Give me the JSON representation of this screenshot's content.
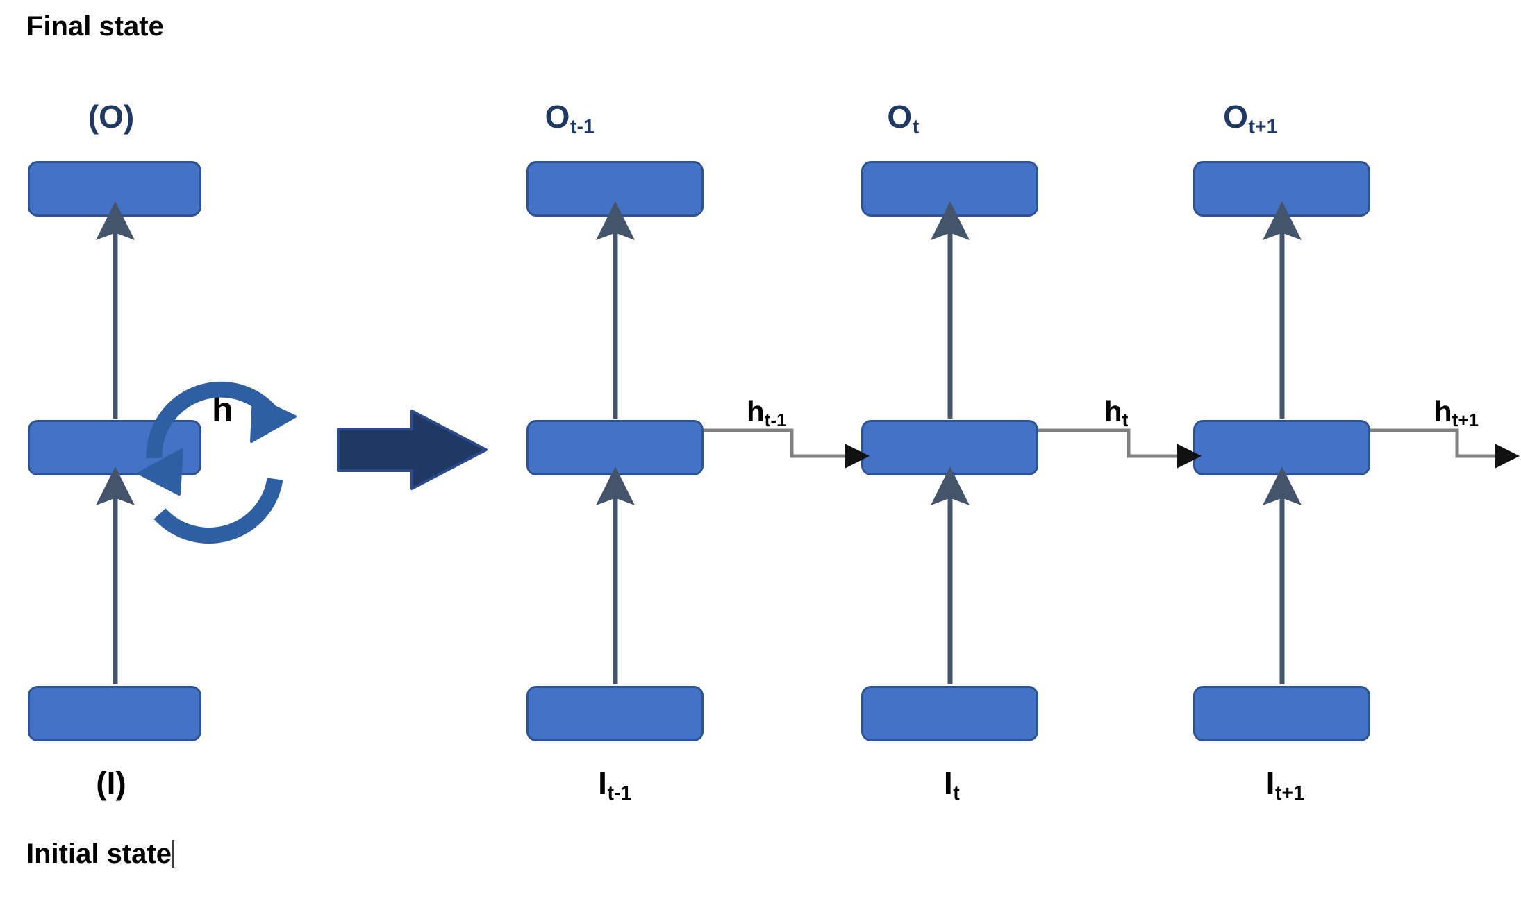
{
  "diagram": {
    "title_top": "Final state",
    "title_bottom": "Initial state",
    "colors": {
      "box_fill": "#4472C4",
      "box_border": "#2E5395",
      "output_label": "#1F3864",
      "block_arrow": "#1F3864",
      "loop_arrow": "#2E5FA3",
      "vertical_arrow": "#44546A",
      "h_connector": "#808080",
      "background": "#FFFFFF"
    },
    "folded": {
      "output_label": "(O)",
      "input_label": "(I)",
      "recurrent_label": "h",
      "output_box_name": "output-box-folded",
      "cell_box_name": "cell-box-folded",
      "input_box_name": "input-box-folded"
    },
    "transform_arrow": {
      "name": "unroll-block-arrow",
      "direction": "right"
    },
    "unrolled": [
      {
        "step": "t-1",
        "output_label": "O",
        "output_sub": "t-1",
        "input_label": "I",
        "input_sub": "t-1",
        "hidden_label": "h",
        "hidden_sub": "t-1"
      },
      {
        "step": "t",
        "output_label": "O",
        "output_sub": "t",
        "input_label": "I",
        "input_sub": "t",
        "hidden_label": "h",
        "hidden_sub": "t"
      },
      {
        "step": "t+1",
        "output_label": "O",
        "output_sub": "t+1",
        "input_label": "I",
        "input_sub": "t+1",
        "hidden_label": "h",
        "hidden_sub": "t+1"
      }
    ]
  }
}
